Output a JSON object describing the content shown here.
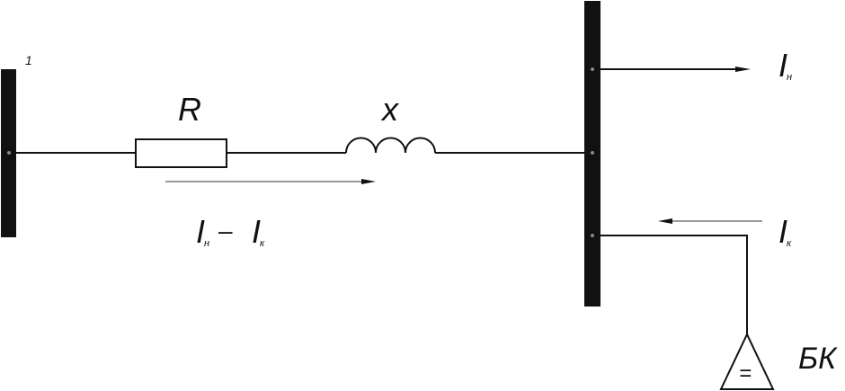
{
  "labels": {
    "bus_left_number": "1",
    "resistor": "R",
    "inductor": "x",
    "line_current_main": "I",
    "line_current_main_sub": "н",
    "line_current_minus": "–",
    "line_current_second": "I",
    "line_current_second_sub": "к",
    "load_current": "I",
    "load_current_sub": "н",
    "capacitor_current": "I",
    "capacitor_current_sub": "к",
    "capacitor_symbol": "=",
    "capacitor_bank": "БК"
  }
}
